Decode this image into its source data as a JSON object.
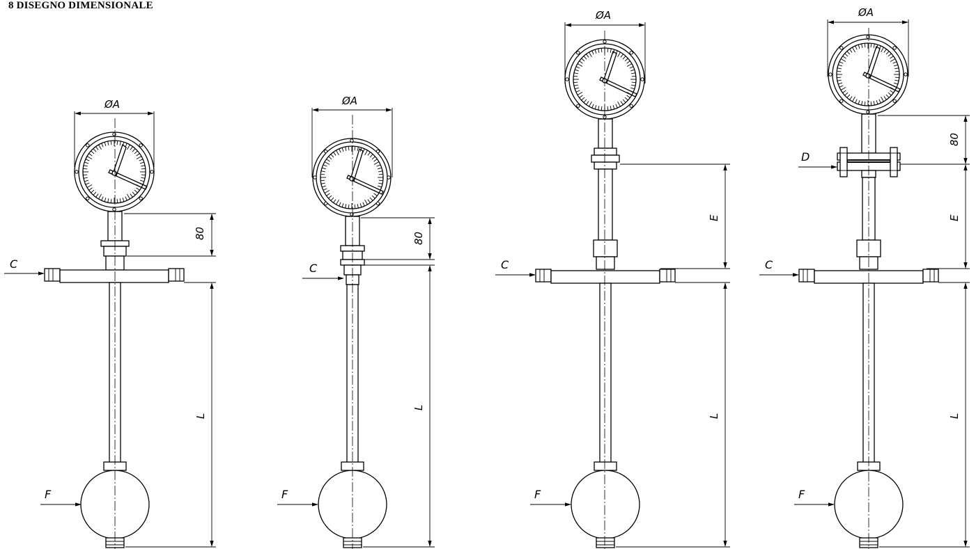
{
  "title": "8 DISEGNO DIMENSIONALE",
  "views": [
    {
      "id": "view-1",
      "labels": {
        "diameter": "ØA",
        "height_value": "80",
        "flange": "C",
        "length": "L",
        "float": "F"
      }
    },
    {
      "id": "view-2",
      "labels": {
        "diameter": "ØA",
        "height_value": "80",
        "flange": "C",
        "length": "L",
        "float": "F"
      }
    },
    {
      "id": "view-3",
      "labels": {
        "diameter": "ØA",
        "extension": "E",
        "flange": "C",
        "length": "L",
        "float": "F"
      }
    },
    {
      "id": "view-4",
      "labels": {
        "diameter": "ØA",
        "height_value": "80",
        "separator": "D",
        "extension": "E",
        "flange": "C",
        "length": "L",
        "float": "F"
      }
    }
  ]
}
